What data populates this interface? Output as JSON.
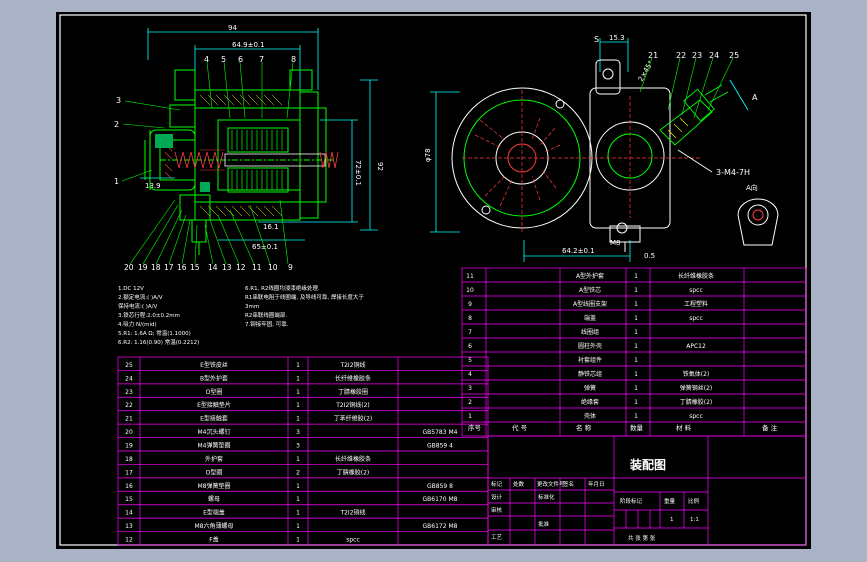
{
  "colors": {
    "background": "#aab3c5",
    "sheet": "#000000",
    "frame": "#ffffff",
    "table": "#ff00ff",
    "geometry": "#00ff00",
    "hidden_lines": "#ff3b3b",
    "dimensions": "#00ffff",
    "text": "#ffffff",
    "hatch": "#ffff00"
  },
  "section_view": {
    "dims": {
      "overall_width": "94",
      "body_width": "64.9±0.1",
      "height": "72±0.1",
      "diameter": "92",
      "shaft": "13.9",
      "flange": "16.1",
      "base": "65±0.1"
    },
    "balloons_left": [
      "3",
      "2",
      "1"
    ],
    "balloons_top": [
      "4",
      "5",
      "6",
      "7",
      "8"
    ],
    "balloons_bottom": [
      "20",
      "19",
      "18",
      "17",
      "16",
      "15",
      "14",
      "13",
      "12",
      "11",
      "10",
      "9"
    ]
  },
  "side_view": {
    "dims": {
      "top_left": "S",
      "top_offset": "15.3",
      "left_diameter": "φ78",
      "bottom_width": "64.2±0.1",
      "bottom_gap": "0.5",
      "m8_label": "M8",
      "thread_note": "3-M4-7H",
      "angle": "2×45°"
    },
    "balloons": [
      "21",
      "22",
      "23",
      "24",
      "25"
    ],
    "aux_label": "A",
    "aux_view_label": "A向"
  },
  "notes": [
    "1.DC 12V",
    "2.额定电流:(      )A/V",
    "   保持电流:(      )A/V",
    "3.铁芯行程:2.0±0.2mm",
    "4.吸力  N/(mid)",
    "5.R1: 1.6A Ω; 常温(1.1000)",
    "6.R2: 1.16(0.90)  常温(0.2212)",
    "6.R1, R2线圈均浸漆绝缘处理.",
    "   R1串联电阻于线圈端, 及导线可靠, 焊接长度大于",
    "   3mm",
    "   R2串联线圈端部.",
    "7.铆接牢固, 可靠."
  ],
  "bom_lower": [
    {
      "no": "25",
      "name": "E型铁皮丝",
      "qty": "1",
      "material": "T2I2铜线",
      "std": ""
    },
    {
      "no": "24",
      "name": "B型外护套",
      "qty": "1",
      "material": "长纤维橡胶条",
      "std": ""
    },
    {
      "no": "23",
      "name": "O型圈",
      "qty": "1",
      "material": "丁腈橡胶圈",
      "std": ""
    },
    {
      "no": "22",
      "name": "E型接触垫片",
      "qty": "1",
      "material": "T2I2铜线(2)",
      "std": ""
    },
    {
      "no": "21",
      "name": "E型接触套",
      "qty": "1",
      "material": "丁苯纤维胶(2)",
      "std": ""
    },
    {
      "no": "20",
      "name": "M4沉头螺钉",
      "qty": "3",
      "material": "",
      "std": "GB5783  M4"
    },
    {
      "no": "19",
      "name": "M4弹簧垫圈",
      "qty": "3",
      "material": "",
      "std": "GB859  4"
    },
    {
      "no": "18",
      "name": "外护套",
      "qty": "1",
      "material": "长纤维橡胶条",
      "std": ""
    },
    {
      "no": "17",
      "name": "O型圈",
      "qty": "2",
      "material": "丁腈橡胶(2)",
      "std": ""
    },
    {
      "no": "16",
      "name": "M8弹簧垫圈",
      "qty": "1",
      "material": "",
      "std": "GB859  8"
    },
    {
      "no": "15",
      "name": "螺母",
      "qty": "1",
      "material": "",
      "std": "GB6170  M8"
    },
    {
      "no": "14",
      "name": "E型端盖",
      "qty": "1",
      "material": "T2I2铜线",
      "std": ""
    },
    {
      "no": "13",
      "name": "M8六角薄螺母",
      "qty": "1",
      "material": "",
      "std": "GB6172  M8"
    },
    {
      "no": "12",
      "name": "F盖",
      "qty": "1",
      "material": "spcc",
      "std": ""
    }
  ],
  "bom_upper": [
    {
      "no": "11",
      "name": "A型外护套",
      "qty": "1",
      "material": "长纤维橡胶条"
    },
    {
      "no": "10",
      "name": "A型铁芯",
      "qty": "1",
      "material": "spcc"
    },
    {
      "no": "9",
      "name": "A型线圈支架",
      "qty": "1",
      "material": "工程塑料"
    },
    {
      "no": "8",
      "name": "端盖",
      "qty": "1",
      "material": "spcc"
    },
    {
      "no": "7",
      "name": "线圈组",
      "qty": "1",
      "material": ""
    },
    {
      "no": "6",
      "name": "圆柱外壳",
      "qty": "1",
      "material": "APC12"
    },
    {
      "no": "5",
      "name": "衬套组件",
      "qty": "1",
      "material": ""
    },
    {
      "no": "4",
      "name": "静铁芯组",
      "qty": "1",
      "material": "铁氧体(2)"
    },
    {
      "no": "3",
      "name": "弹簧",
      "qty": "1",
      "material": "弹簧钢丝(2)"
    },
    {
      "no": "2",
      "name": "绝缘套",
      "qty": "1",
      "material": "丁腈橡胶(2)"
    },
    {
      "no": "1",
      "name": "壳体",
      "qty": "1",
      "material": "spcc"
    }
  ],
  "bom_headers": {
    "no": "序号",
    "code": "代  号",
    "name": "名  称",
    "qty": "数量",
    "material": "材  料",
    "remark": "备  注"
  },
  "title_block": {
    "title": "装配图",
    "row_labels": [
      "标记",
      "处数",
      "更改文件号",
      "签名",
      "年月日"
    ],
    "designer": "设计",
    "standardization": "标准化",
    "check": "审核",
    "process": "工艺",
    "approve": "批准",
    "stage_mark": "阶段标记",
    "weight": "重量",
    "scale_label": "比例",
    "qty_value": "1",
    "scale": "1:1",
    "sheet_info": "共   张   第   张"
  }
}
